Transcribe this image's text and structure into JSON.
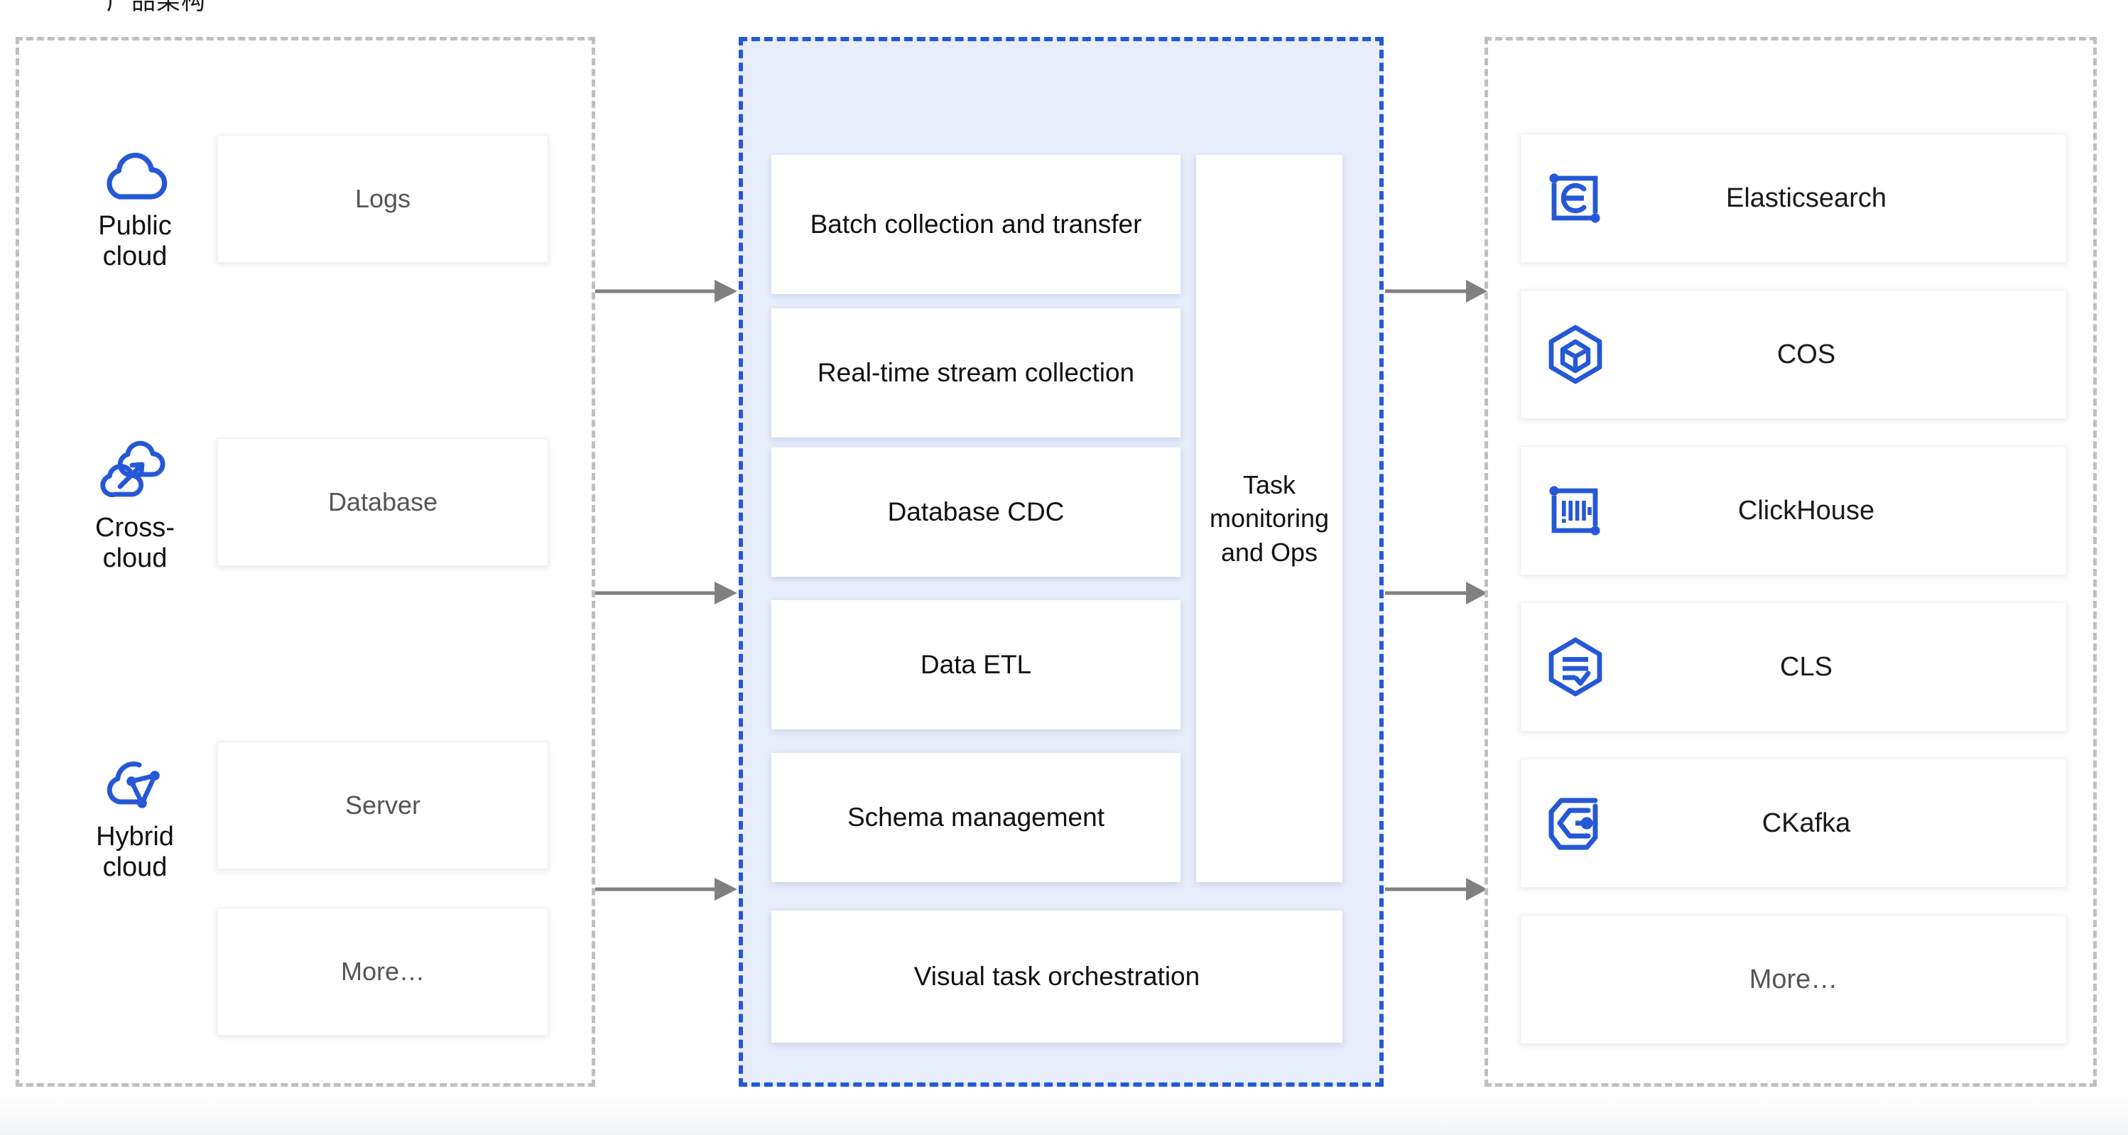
{
  "diagram": {
    "top_caption": "产品架构",
    "accent_blue": "#2558d6",
    "panel_blue_bg": "#e8edfb",
    "dashed_gray": "#bfbfbf",
    "arrow_gray": "#808080"
  },
  "sources": {
    "zone_name": "data-sources",
    "items": [
      {
        "icon": "public-cloud-icon",
        "label": "Public\ncloud"
      },
      {
        "icon": "cross-cloud-icon",
        "label": "Cross-\ncloud"
      },
      {
        "icon": "hybrid-cloud-icon",
        "label": "Hybrid\ncloud"
      }
    ],
    "cards": [
      {
        "label": "Logs"
      },
      {
        "label": "Database"
      },
      {
        "label": "Server"
      },
      {
        "label": "More…"
      }
    ]
  },
  "arrows": {
    "left_to_mid": [
      "arrow-right",
      "arrow-right",
      "arrow-right"
    ],
    "mid_to_right": [
      "arrow-right",
      "arrow-right",
      "arrow-right"
    ]
  },
  "platform": {
    "zone_name": "integration-platform",
    "capabilities": [
      {
        "label": "Batch collection and transfer"
      },
      {
        "label": "Real-time stream collection"
      },
      {
        "label": "Database CDC"
      },
      {
        "label": "Data ETL"
      },
      {
        "label": "Schema management"
      }
    ],
    "side_panel": {
      "label": "Task monitoring and Ops"
    },
    "full_width": {
      "label": "Visual task orchestration"
    }
  },
  "destinations": {
    "zone_name": "data-destinations",
    "items": [
      {
        "icon": "elasticsearch-icon",
        "label": "Elasticsearch"
      },
      {
        "icon": "cos-icon",
        "label": "COS"
      },
      {
        "icon": "clickhouse-icon",
        "label": "ClickHouse"
      },
      {
        "icon": "cls-icon",
        "label": "CLS"
      },
      {
        "icon": "ckafka-icon",
        "label": "CKafka"
      },
      {
        "icon": "none",
        "label": "More…"
      }
    ]
  }
}
